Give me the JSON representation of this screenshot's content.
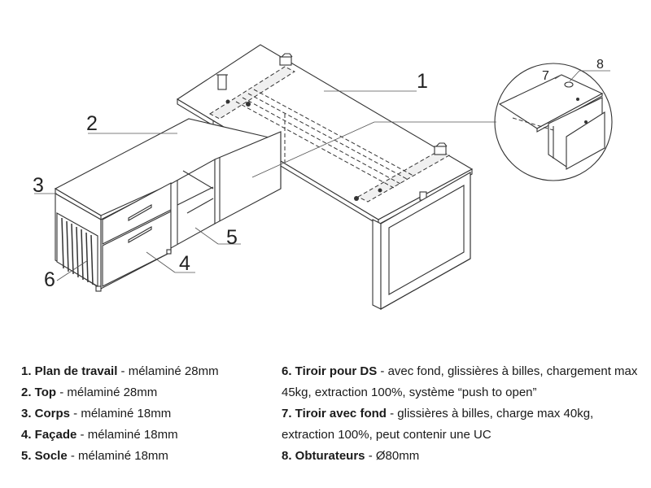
{
  "callouts": [
    "1",
    "2",
    "3",
    "4",
    "5",
    "6",
    "7",
    "8"
  ],
  "legend_left": [
    {
      "label": "1. Plan de travail",
      "desc": " - mélaminé 28mm"
    },
    {
      "label": "2. Top",
      "desc": " - mélaminé 28mm"
    },
    {
      "label": "3. Corps",
      "desc": " - mélaminé 18mm"
    },
    {
      "label": "4. Façade",
      "desc": " - mélaminé 18mm"
    },
    {
      "label": "5. Socle",
      "desc": " - mélaminé 18mm"
    }
  ],
  "legend_right": [
    {
      "label": "6. Tiroir pour DS",
      "desc": " - avec fond, glissières à billes, chargement max 45kg, extraction 100%, système “push to open”"
    },
    {
      "label": "7. Tiroir avec fond",
      "desc": " - glissières à billes, charge max 40kg, extraction 100%, peut contenir une UC"
    },
    {
      "label": "8. Obturateurs",
      "desc": " - Ø80mm"
    }
  ]
}
